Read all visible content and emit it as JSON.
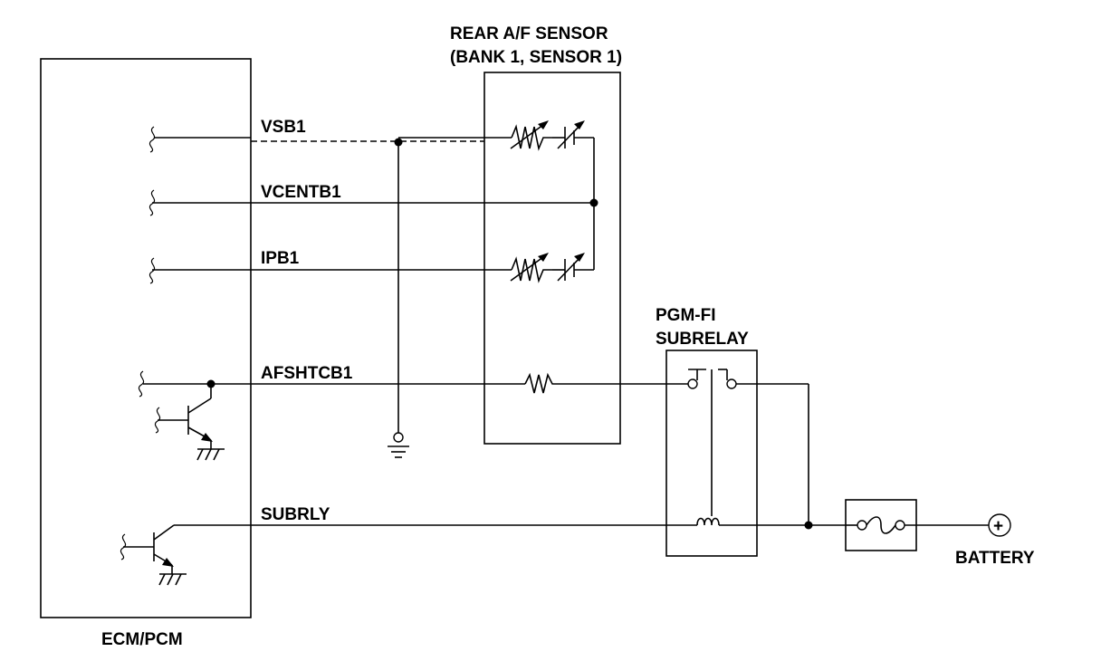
{
  "components": {
    "ecm_label": "ECM/PCM",
    "sensor_label_line1": "REAR A/F SENSOR",
    "sensor_label_line2": "(BANK 1, SENSOR 1)",
    "relay_label_line1": "PGM-FI",
    "relay_label_line2": "SUBRELAY",
    "battery_label": "BATTERY"
  },
  "signals": {
    "vsb1": "VSB1",
    "vcentb1": "VCENTB1",
    "ipb1": "IPB1",
    "afshtcb1": "AFSHTCB1",
    "subrly": "SUBRLY"
  },
  "symbols": {
    "battery_terminal": "+"
  }
}
